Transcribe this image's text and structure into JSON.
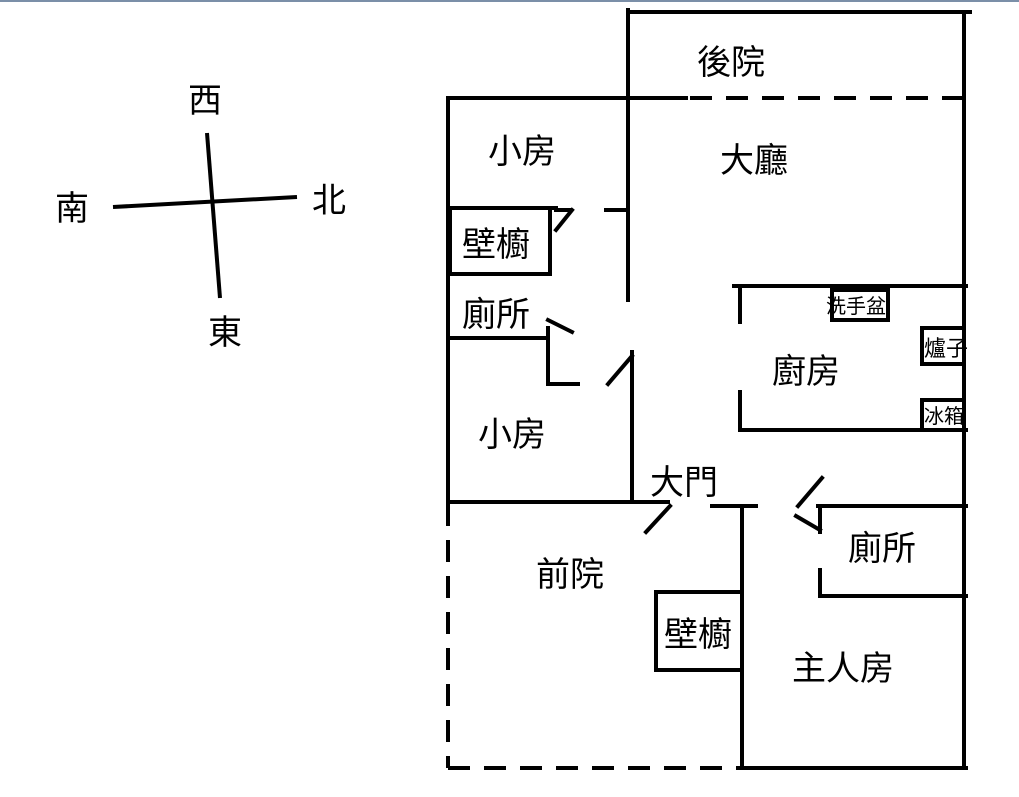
{
  "compass": {
    "west": "西",
    "south": "南",
    "north": "北",
    "east": "東"
  },
  "rooms": {
    "backyard": "後院",
    "small_room_top": "小房",
    "living_room": "大廳",
    "closet_left": "壁櫥",
    "toilet_left": "廁所",
    "wash_basin": "洗手盆",
    "stove": "爐子",
    "kitchen": "廚房",
    "fridge": "冰箱",
    "small_room_bottom": "小房",
    "main_door": "大門",
    "front_yard": "前院",
    "toilet_right": "廁所",
    "closet_right": "壁櫥",
    "master_room": "主人房"
  }
}
